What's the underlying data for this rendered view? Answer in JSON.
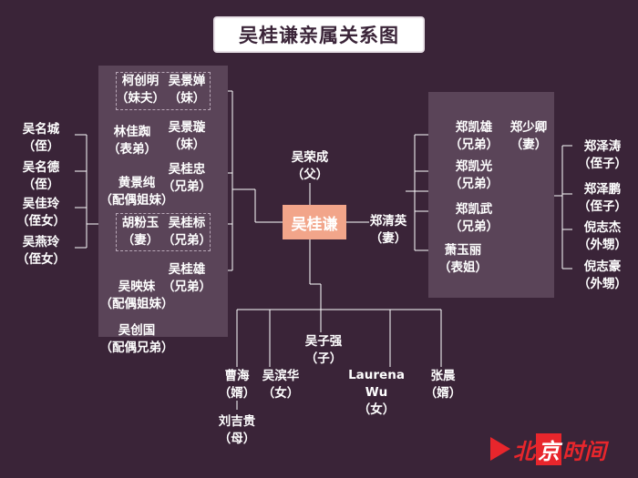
{
  "title": "吴桂谦亲属关系图",
  "center": "吴桂谦",
  "nodes": {
    "ke_chuangming": {
      "name": "柯创明",
      "rel": "（妹夫）"
    },
    "wu_jingchan": {
      "name": "吴景婵",
      "rel": "（妹）"
    },
    "lin_jiazhi": {
      "name": "林佳踟",
      "rel": "（表弟）"
    },
    "wu_jingxuan": {
      "name": "吴景璇",
      "rel": "（妹）"
    },
    "huang_jingchun": {
      "name": "黄景纯",
      "rel": "（配偶姐妹）"
    },
    "wu_guizhong": {
      "name": "吴桂忠",
      "rel": "（兄弟）"
    },
    "hu_fenyu": {
      "name": "胡粉玉",
      "rel": "（妻）"
    },
    "wu_guibiao": {
      "name": "吴桂标",
      "rel": "（兄弟）"
    },
    "wu_guixiong": {
      "name": "吴桂雄",
      "rel": "（兄弟）"
    },
    "wu_yingmei": {
      "name": "吴映妹",
      "rel": "（配偶姐妹）"
    },
    "wu_chuangguo": {
      "name": "吴创国",
      "rel": "（配偶兄弟）"
    },
    "wu_mingcheng": {
      "name": "吴名城",
      "rel": "（侄）"
    },
    "wu_mingde": {
      "name": "吴名德",
      "rel": "（侄）"
    },
    "wu_jialing": {
      "name": "吴佳玲",
      "rel": "（侄女）"
    },
    "wu_yanling": {
      "name": "吴燕玲",
      "rel": "（侄女）"
    },
    "wu_rongcheng": {
      "name": "吴荣成",
      "rel": "（父）"
    },
    "zheng_qingying": {
      "name": "郑清英",
      "rel": "（妻）"
    },
    "zheng_kaixiong": {
      "name": "郑凯雄",
      "rel": "（兄弟）"
    },
    "zheng_shaoqing": {
      "name": "郑少卿",
      "rel": "（妻）"
    },
    "zheng_kaiguang": {
      "name": "郑凯光",
      "rel": "（兄弟）"
    },
    "zheng_kaiwu": {
      "name": "郑凯武",
      "rel": "（兄弟）"
    },
    "xiao_yuli": {
      "name": "萧玉丽",
      "rel": "（表姐）"
    },
    "zheng_zetao": {
      "name": "郑泽涛",
      "rel": "（侄子）"
    },
    "zheng_zepeng": {
      "name": "郑泽鹏",
      "rel": "（侄子）"
    },
    "ni_zhijie": {
      "name": "倪志杰",
      "rel": "（外甥）"
    },
    "ni_zhihao": {
      "name": "倪志豪",
      "rel": "（外甥）"
    },
    "wu_ziqiang": {
      "name": "吴子强",
      "rel": "（子）"
    },
    "cao_hai": {
      "name": "曹海",
      "rel": "（婿）"
    },
    "wu_binhua": {
      "name": "吴滨华",
      "rel": "（女）"
    },
    "laurena_wu": {
      "name1": "Laurena",
      "name2": "Wu",
      "rel": "（女）"
    },
    "zhang_chen": {
      "name": "张晨",
      "rel": "（婿）"
    },
    "liu_jigui": {
      "name": "刘吉贵",
      "rel": "（母）"
    }
  },
  "logo": {
    "part1": "北",
    "part2": "京",
    "part3": "时间"
  },
  "colors": {
    "background": "#3a2438",
    "panel": "#5a4458",
    "center": "#f2a58a",
    "line": "#ffffff",
    "logo": "#e8262c"
  }
}
